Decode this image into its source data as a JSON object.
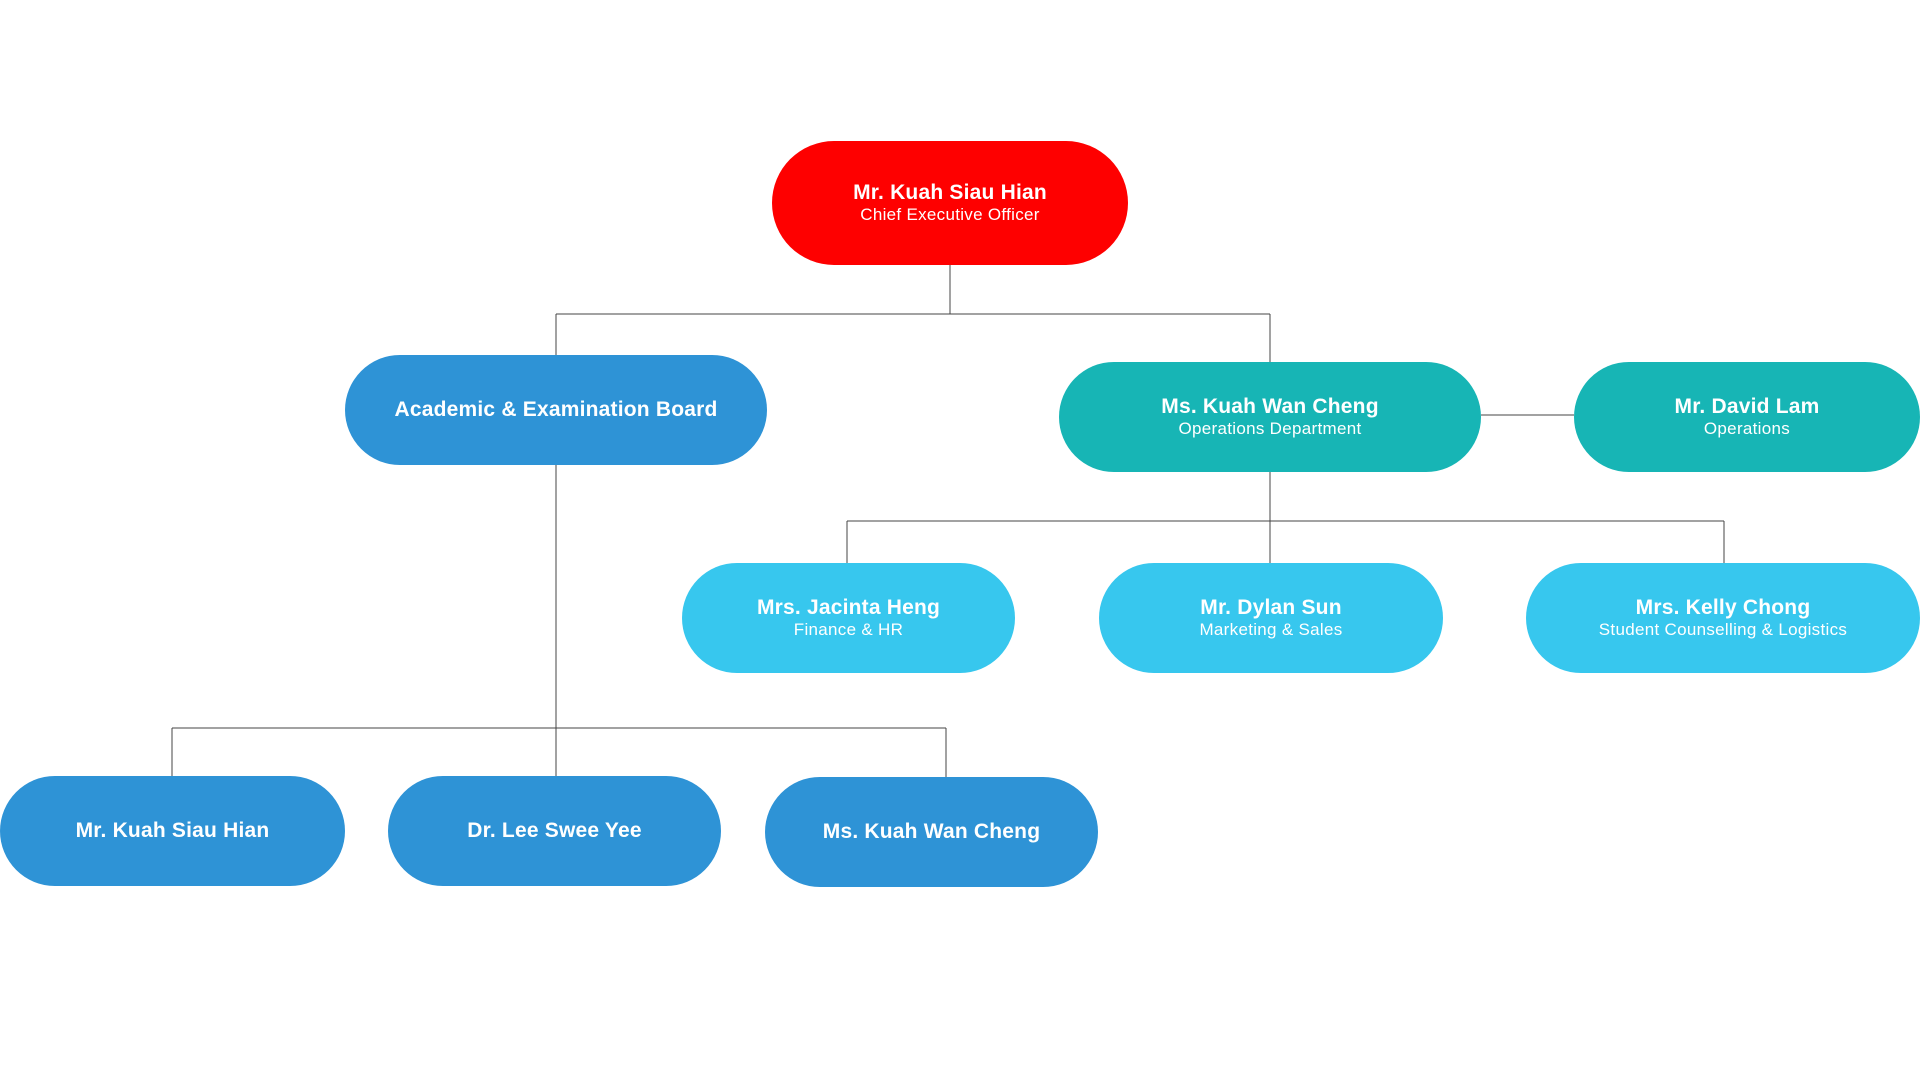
{
  "org_chart": {
    "ceo": {
      "name": "Mr. Kuah Siau Hian",
      "role": "Chief Executive Officer",
      "color": "#fe0000"
    },
    "academic_board": {
      "name": "Academic & Examination Board",
      "color": "#2e93d6"
    },
    "operations_head": {
      "name": "Ms. Kuah Wan Cheng",
      "role": "Operations Department",
      "color": "#17b5b5"
    },
    "operations_member": {
      "name": "Mr. David Lam",
      "role": "Operations",
      "color": "#17b5b5"
    },
    "departments": [
      {
        "name": "Mrs. Jacinta Heng",
        "role": "Finance & HR"
      },
      {
        "name": "Mr. Dylan Sun",
        "role": "Marketing & Sales"
      },
      {
        "name": "Mrs. Kelly Chong",
        "role": "Student Counselling & Logistics"
      }
    ],
    "department_color": "#37c7ee",
    "board_members": [
      {
        "name": "Mr. Kuah Siau Hian"
      },
      {
        "name": "Dr. Lee Swee Yee"
      },
      {
        "name": "Ms. Kuah Wan Cheng"
      }
    ],
    "board_member_color": "#2e93d6"
  }
}
